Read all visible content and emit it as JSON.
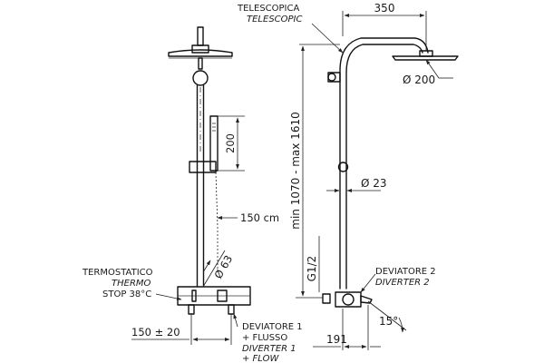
{
  "left_view": {
    "handshower_height": "200",
    "hose_length": "150 cm",
    "body_diameter": "Ø 63",
    "spacing": "150 ± 20",
    "thermostat": {
      "line1": "TERMOSTATICO",
      "line2": "THERMO",
      "line3": "STOP 38°C"
    },
    "diverter1": {
      "line1": "DEVIATORE 1",
      "line2": "+ FLUSSO",
      "line3": "DIVERTER 1",
      "line4": "+ FLOW"
    }
  },
  "right_view": {
    "telescopic_it": "TELESCOPICA",
    "telescopic_en": "TELESCOPIC",
    "arm_length": "350",
    "head_diameter": "Ø 200",
    "height_range": "min 1070 - max 1610",
    "pipe_diameter": "Ø 23",
    "thread": "G1/2",
    "diverter2": {
      "line1": "DEVIATORE 2",
      "line2": "DIVERTER 2"
    },
    "angle": "15°",
    "depth": "191"
  }
}
